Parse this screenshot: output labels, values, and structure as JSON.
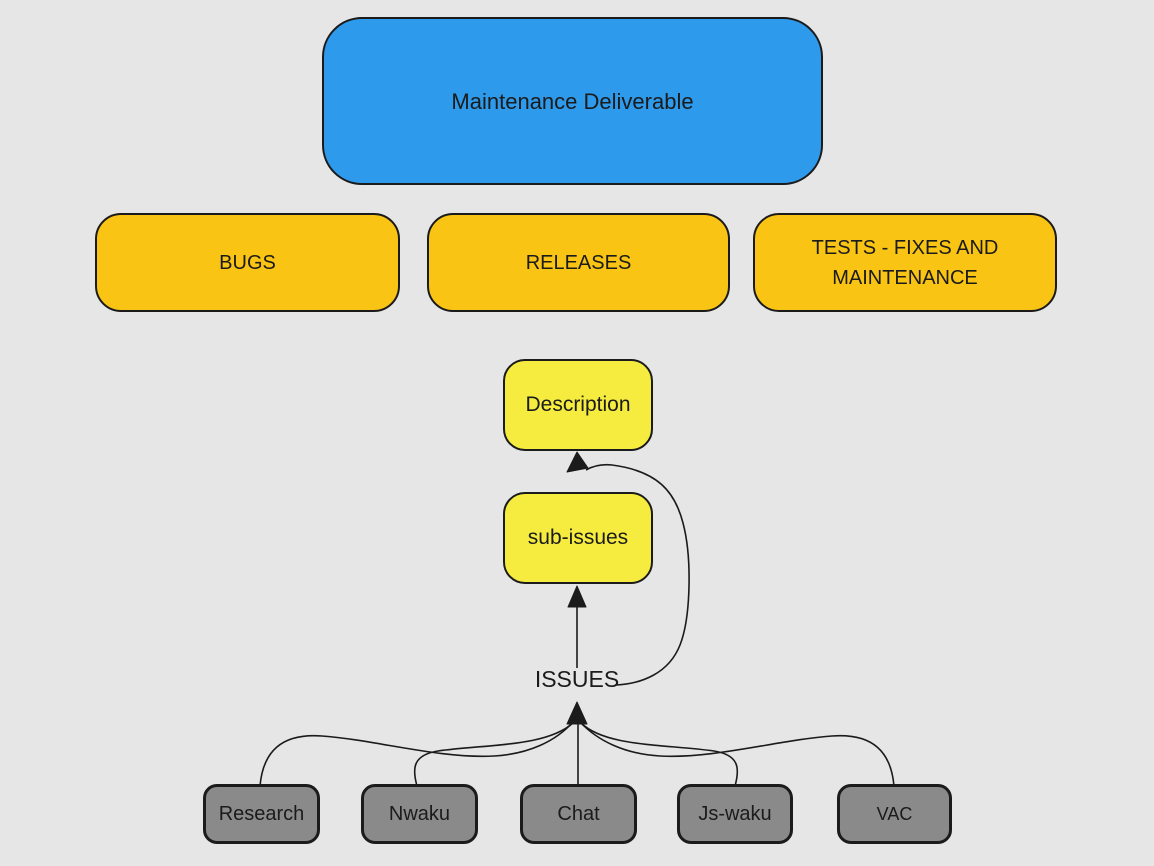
{
  "diagram": {
    "nodes": {
      "maintenance": "Maintenance Deliverable",
      "bugs": "BUGS",
      "releases": "RELEASES",
      "tests": "TESTS - FIXES AND MAINTENANCE",
      "description": "Description",
      "sub_issues": "sub-issues",
      "issues": "ISSUES",
      "research": "Research",
      "nwaku": "Nwaku",
      "chat": "Chat",
      "js_waku": "Js-waku",
      "vac": "VAC"
    },
    "colors": {
      "bg": "#E6E6E6",
      "stroke": "#1B1B1B",
      "text": "#1B1B1B",
      "blue": "#2E9AEC",
      "amber": "#F9C413",
      "yellow": "#F6EC3F",
      "gray": "#8A8A8A"
    }
  }
}
